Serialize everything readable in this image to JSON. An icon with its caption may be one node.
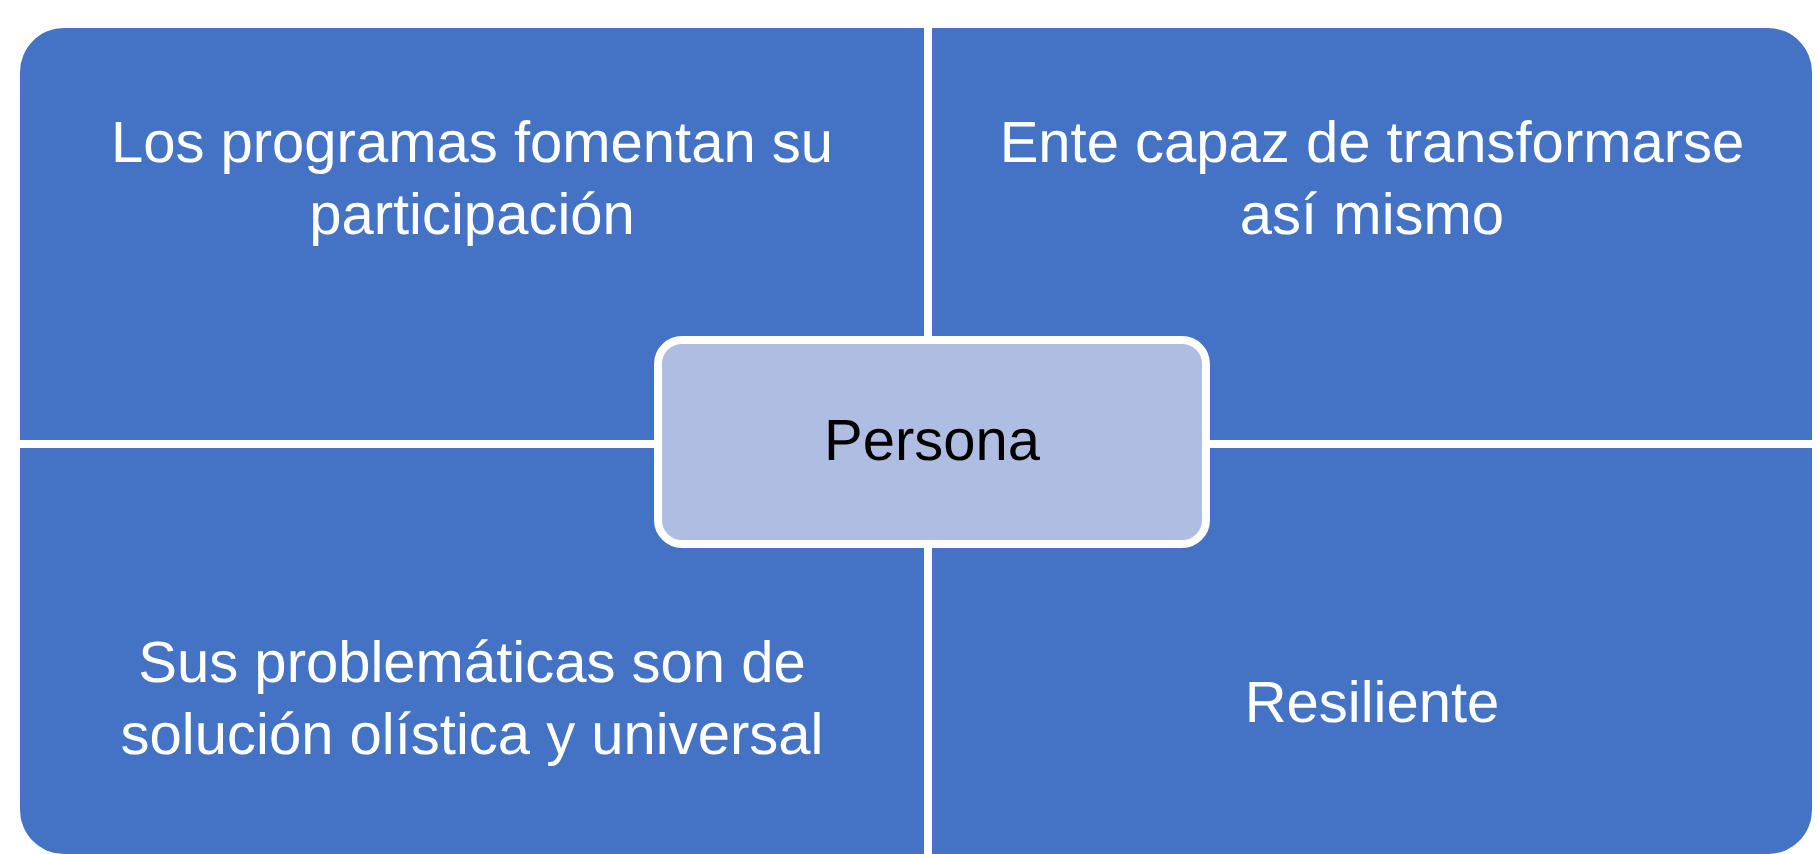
{
  "diagram": {
    "nodes": [
      {
        "text": [
          "Los programas fomentan su participación"
        ]
      },
      {
        "text": [
          "Ente capaz de transformarse así mismo"
        ]
      },
      {
        "text": [
          "Persona"
        ]
      },
      {
        "text": [
          "Sus problemáticas son de solución olística y universal"
        ]
      },
      {
        "text": [
          "Resiliente"
        ]
      }
    ]
  }
}
